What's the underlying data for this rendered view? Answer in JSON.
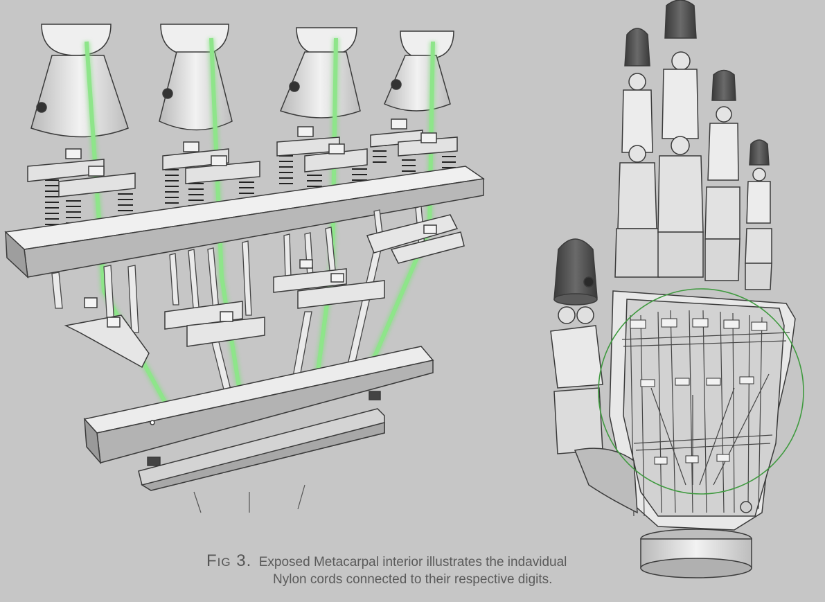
{
  "figure": {
    "label": "Fig 3.",
    "caption_line1": "Exposed Metacarpal interior illustrates the indavidual",
    "caption_line2": "Nylon cords connected to their respective digits.",
    "colors": {
      "background": "#c6c6c6",
      "cord": "#7fe07a",
      "highlight_circle": "#3f9a3f",
      "dark_cap": "#4e4e4e",
      "metal": "#e6e6e6",
      "outline": "#3a3a3a"
    }
  }
}
